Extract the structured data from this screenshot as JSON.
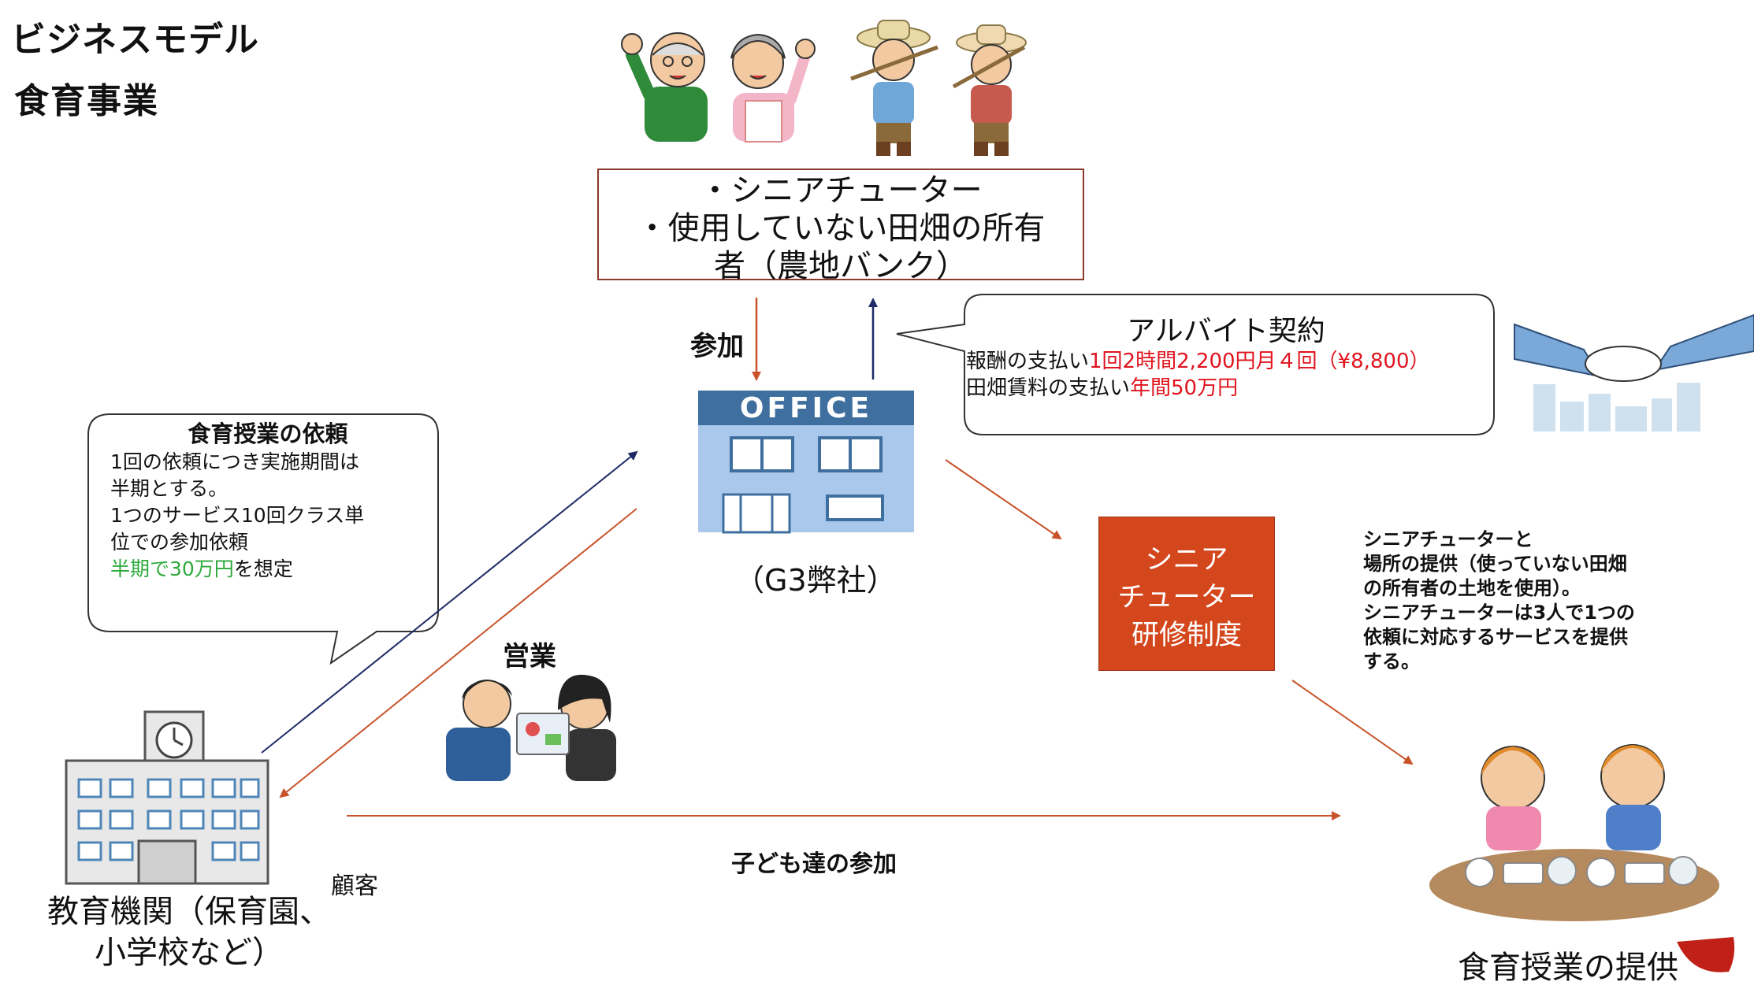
{
  "title": "ビジネスモデル",
  "subtitle": "食育事業",
  "senior_box": {
    "line1": "・シニアチューター",
    "line2": "・使用していない田畑の所有",
    "line3": "者（農地バンク）"
  },
  "labels": {
    "join": "参加",
    "office_sign": "OFFICE",
    "company": "（G3弊社）",
    "sales": "営業",
    "kids_join": "子ども達の参加",
    "customer": "顧客",
    "edu_line1": "教育機関（保育園、",
    "edu_line2": "小学校など）",
    "lesson": "食育授業の提供"
  },
  "contract_bubble": {
    "heading": "アルバイト契約",
    "pay_prefix": "報酬の支払い",
    "pay_value": "1回2時間2,200円月４回（¥8,800）",
    "rent_prefix": "田畑賃料の支払い",
    "rent_value": "年間50万円"
  },
  "request_bubble": {
    "heading": "食育授業の依頼",
    "line1": "1回の依頼につき実施期間は",
    "line2": "半期とする。",
    "line3": "1つのサービス10回クラス単",
    "line4": "位での参加依頼",
    "highlight": "半期で30万円",
    "tail": "を想定"
  },
  "training_box": {
    "line1": "シニア",
    "line2": "チューター",
    "line3": "研修制度"
  },
  "side_note": {
    "line1": "シニアチューターと",
    "line2": "場所の提供（使っていない田畑",
    "line3": "の所有者の土地を使用）。",
    "line4": "シニアチューターは3人で1つの",
    "line5": "依頼に対応するサービスを提供",
    "line6": "する。"
  },
  "colors": {
    "arrow_red": "#c8532a",
    "arrow_navy": "#1f2a66",
    "training_fill": "#d4461c",
    "highlight_red": "#e0141e",
    "highlight_green": "#2eaa3c"
  }
}
